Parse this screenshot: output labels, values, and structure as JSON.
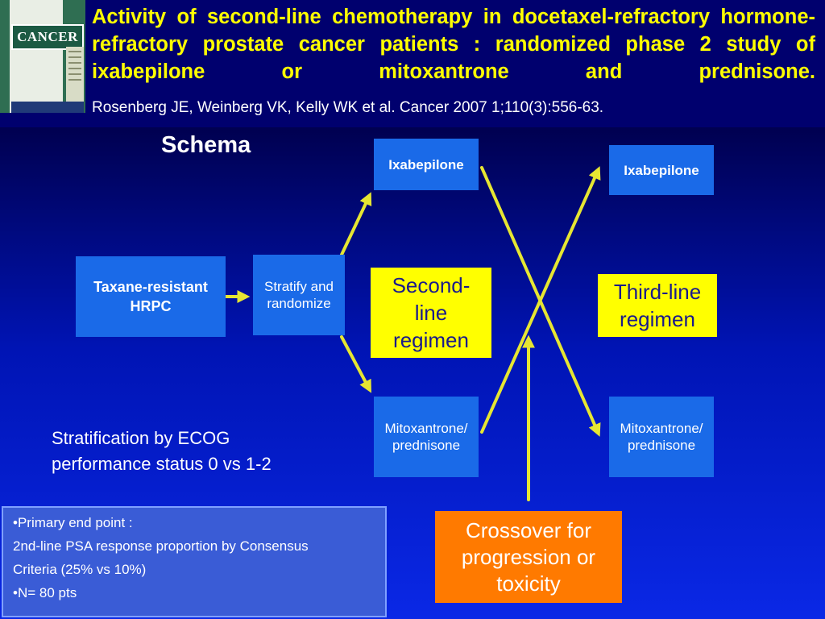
{
  "header": {
    "journal_cover": "CANCER",
    "title": "Activity of second-line chemotherapy in docetaxel-refractory hormone-refractory prostate cancer patients : randomized phase 2 study of ixabepilone or mitoxantrone and prednisone.",
    "citation": "Rosenberg JE, Weinberg VK, Kelly WK et al. Cancer 2007  1;110(3):556-63."
  },
  "diagram": {
    "heading": "Schema",
    "nodes": {
      "taxane": "Taxane-resistant\nHRPC",
      "stratify": "Stratify and\nrandomize",
      "ixa_second": "Ixabepilone",
      "mito_second": "Mitoxantrone/\nprednisone",
      "second_line": "Second-\nline\nregimen",
      "ixa_third": "Ixabepilone",
      "mito_third": "Mitoxantrone/\nprednisone",
      "third_line": "Third-line\nregimen",
      "crossover": "Crossover for\nprogression or\ntoxicity"
    },
    "stratification": "Stratification by ECOG\nperformance status 0 vs 1-2",
    "endpoint": {
      "line1": "•Primary end point :",
      "line2": "2nd-line PSA response proportion by Consensus",
      "line3": "Criteria (25% vs 10%)",
      "line4": "•N= 80 pts"
    }
  },
  "colors": {
    "title": "#ffff00",
    "arrow": "#e6e632",
    "blue_box": "#1a6ae8",
    "yellow_box": "#ffff00",
    "orange_box": "#ff7a00"
  }
}
